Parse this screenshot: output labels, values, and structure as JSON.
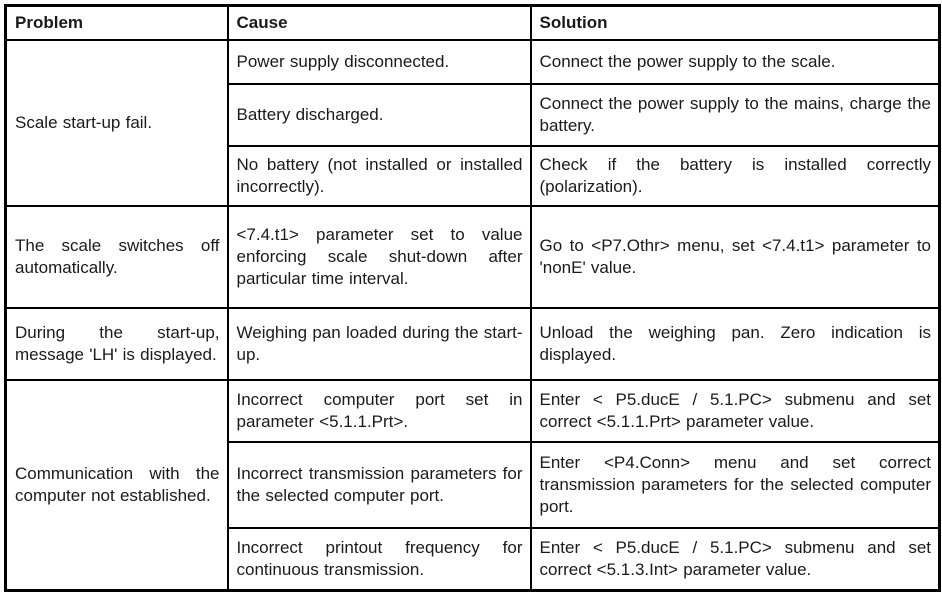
{
  "table": {
    "headers": [
      "Problem",
      "Cause",
      "Solution"
    ],
    "problems": [
      {
        "label": "Scale start-up fail.",
        "rowspan": 3
      },
      {
        "label": "The scale switches off automatically.",
        "rowspan": 1
      },
      {
        "label": "During the start-up, message 'LH' is displayed.",
        "rowspan": 1
      },
      {
        "label": "Communication with the computer not established.",
        "rowspan": 3
      }
    ],
    "rows": [
      {
        "cause": "Power supply disconnected.",
        "solution": "Connect the power supply to the scale."
      },
      {
        "cause": "Battery discharged.",
        "solution": "Connect the power supply to the mains, charge the battery."
      },
      {
        "cause": "No battery (not installed or installed incorrectly).",
        "solution": "Check if the battery is installed correctly (polarization)."
      },
      {
        "cause": "<7.4.t1> parameter set to value enforcing scale shut-down after particular time interval.",
        "solution": "Go to <P7.Othr> menu, set <7.4.t1> parameter to 'nonE' value."
      },
      {
        "cause": "Weighing pan loaded during the start-up.",
        "solution": "Unload the weighing pan. Zero indication is displayed."
      },
      {
        "cause": "Incorrect computer port set in parameter <5.1.1.Prt>.",
        "solution": "Enter < P5.ducE / 5.1.PC> submenu and set correct <5.1.1.Prt> parameter value."
      },
      {
        "cause": "Incorrect transmission parameters for the selected computer port.",
        "solution": "Enter <P4.Conn> menu and set correct transmission parameters for the selected computer port."
      },
      {
        "cause": "Incorrect printout frequency for continuous transmission.",
        "solution": "Enter < P5.ducE / 5.1.PC> submenu and set correct <5.1.3.Int> parameter value."
      }
    ],
    "colors": {
      "border": "#000000",
      "text": "#1a1a1a",
      "background": "#ffffff"
    }
  }
}
